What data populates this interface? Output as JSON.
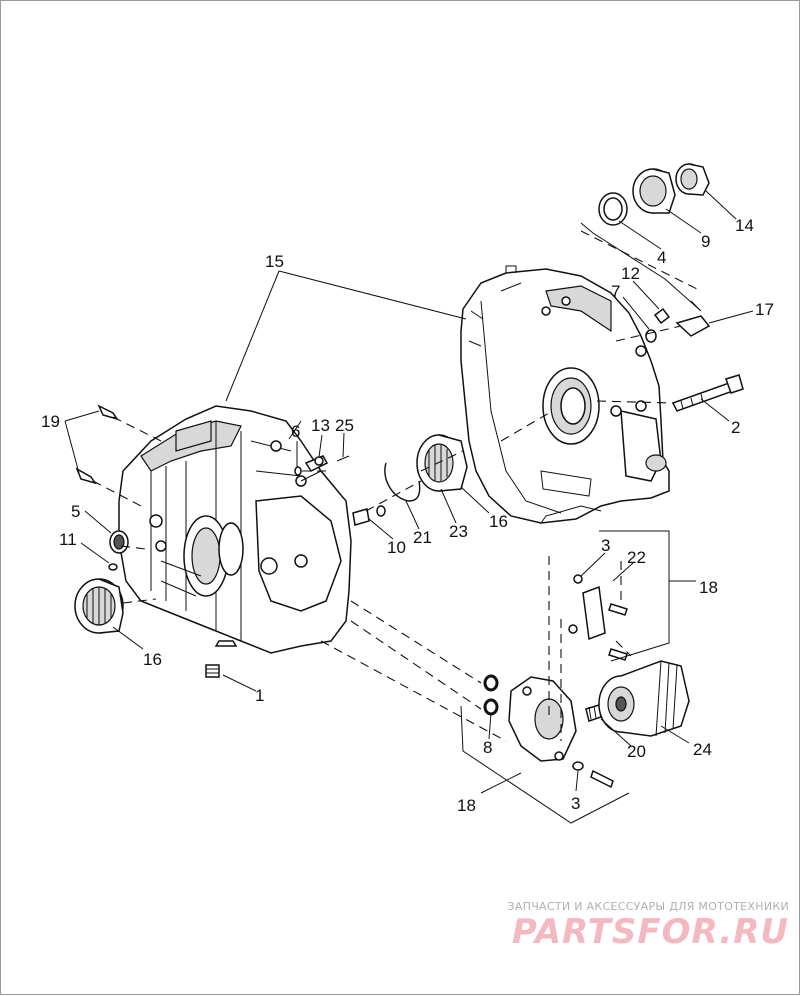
{
  "callouts": {
    "c1": "1",
    "c2": "2",
    "c3a": "3",
    "c3b": "3",
    "c4": "4",
    "c5": "5",
    "c6": "6",
    "c7": "7",
    "c8": "8",
    "c9": "9",
    "c10": "10",
    "c11": "11",
    "c12": "12",
    "c13": "13",
    "c14": "14",
    "c15": "15",
    "c16a": "16",
    "c16b": "16",
    "c17": "17",
    "c18a": "18",
    "c18b": "18",
    "c19": "19",
    "c20": "20",
    "c21": "21",
    "c22": "22",
    "c23": "23",
    "c24": "24",
    "c25": "25"
  },
  "watermark": {
    "tagline": "ЗАПЧАСТИ И АКСЕССУАРЫ ДЛЯ МОТОТЕХНИКИ",
    "logo": "PARTSFOR.RU",
    "logo_color": "#f3b8c0",
    "tagline_color": "#b0b0b0"
  }
}
